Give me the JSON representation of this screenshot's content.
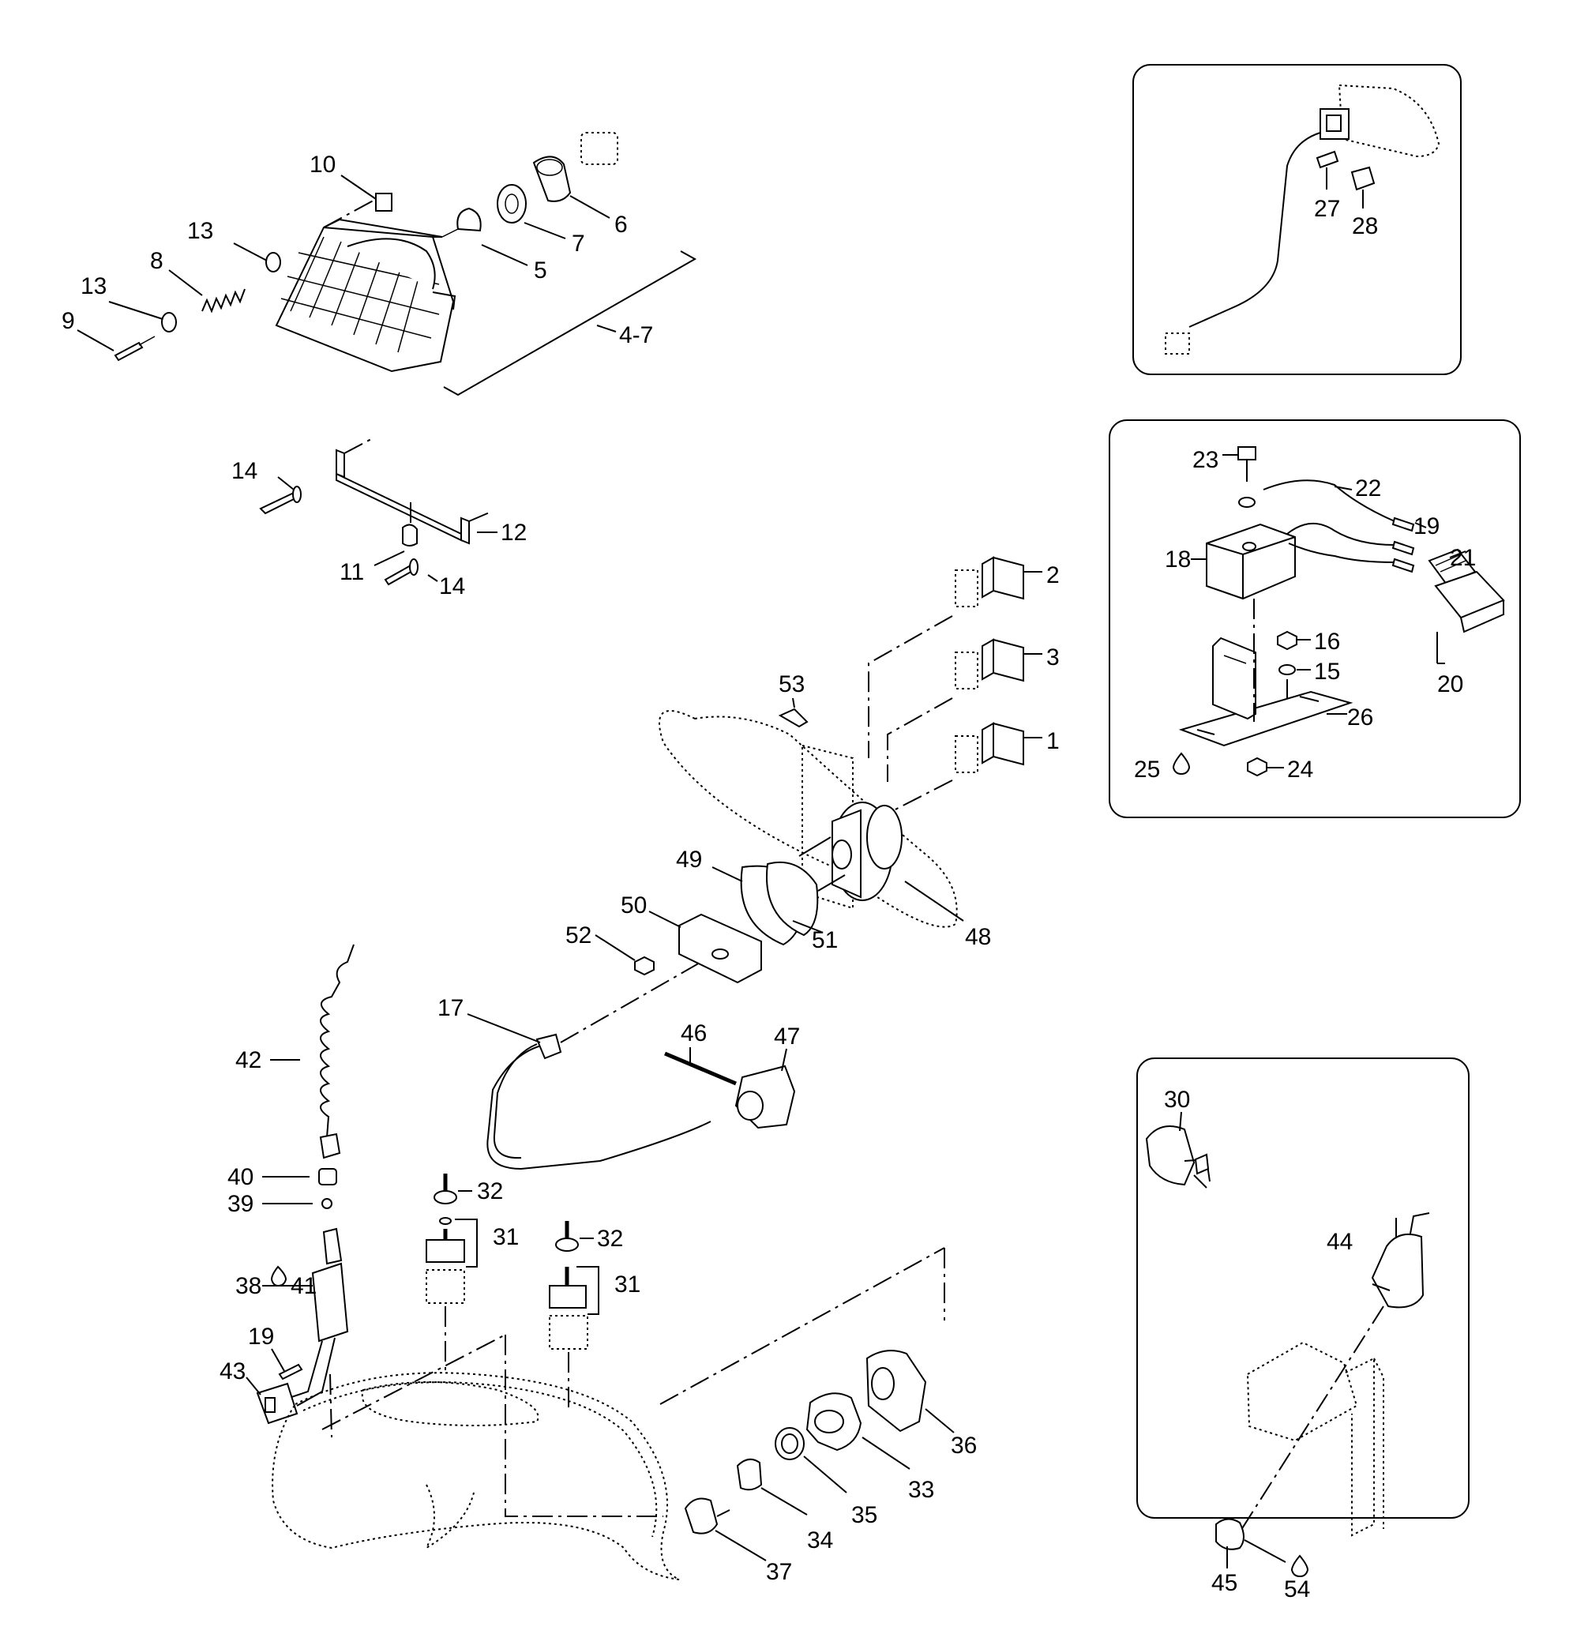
{
  "callouts": [
    {
      "id": "c10",
      "text": "10"
    },
    {
      "id": "c13a",
      "text": "13"
    },
    {
      "id": "c8",
      "text": "8"
    },
    {
      "id": "c13b",
      "text": "13"
    },
    {
      "id": "c9",
      "text": "9"
    },
    {
      "id": "c5",
      "text": "5"
    },
    {
      "id": "c7",
      "text": "7"
    },
    {
      "id": "c6",
      "text": "6"
    },
    {
      "id": "c4-7",
      "text": "4-7"
    },
    {
      "id": "c14a",
      "text": "14"
    },
    {
      "id": "c12",
      "text": "12"
    },
    {
      "id": "c11",
      "text": "11"
    },
    {
      "id": "c14b",
      "text": "14"
    },
    {
      "id": "c27",
      "text": "27"
    },
    {
      "id": "c28",
      "text": "28"
    },
    {
      "id": "c23",
      "text": "23"
    },
    {
      "id": "c22",
      "text": "22"
    },
    {
      "id": "c19a",
      "text": "19"
    },
    {
      "id": "c18",
      "text": "18"
    },
    {
      "id": "c21",
      "text": "21"
    },
    {
      "id": "c16",
      "text": "16"
    },
    {
      "id": "c15",
      "text": "15"
    },
    {
      "id": "c20",
      "text": "20"
    },
    {
      "id": "c26",
      "text": "26"
    },
    {
      "id": "c25",
      "text": "25"
    },
    {
      "id": "c24",
      "text": "24"
    },
    {
      "id": "c2",
      "text": "2"
    },
    {
      "id": "c3",
      "text": "3"
    },
    {
      "id": "c1",
      "text": "1"
    },
    {
      "id": "c53",
      "text": "53"
    },
    {
      "id": "c49",
      "text": "49"
    },
    {
      "id": "c50",
      "text": "50"
    },
    {
      "id": "c52",
      "text": "52"
    },
    {
      "id": "c51",
      "text": "51"
    },
    {
      "id": "c48",
      "text": "48"
    },
    {
      "id": "c17",
      "text": "17"
    },
    {
      "id": "c46",
      "text": "46"
    },
    {
      "id": "c47",
      "text": "47"
    },
    {
      "id": "c42",
      "text": "42"
    },
    {
      "id": "c40",
      "text": "40"
    },
    {
      "id": "c39",
      "text": "39"
    },
    {
      "id": "c32a",
      "text": "32"
    },
    {
      "id": "c31a",
      "text": "31"
    },
    {
      "id": "c41",
      "text": "41"
    },
    {
      "id": "c38",
      "text": "38"
    },
    {
      "id": "c32b",
      "text": "32"
    },
    {
      "id": "c31b",
      "text": "31"
    },
    {
      "id": "c19b",
      "text": "19"
    },
    {
      "id": "c43",
      "text": "43"
    },
    {
      "id": "c36",
      "text": "36"
    },
    {
      "id": "c33",
      "text": "33"
    },
    {
      "id": "c35",
      "text": "35"
    },
    {
      "id": "c34",
      "text": "34"
    },
    {
      "id": "c37",
      "text": "37"
    },
    {
      "id": "c30",
      "text": "30"
    },
    {
      "id": "c44",
      "text": "44"
    },
    {
      "id": "c45",
      "text": "45"
    },
    {
      "id": "c54",
      "text": "54"
    }
  ]
}
